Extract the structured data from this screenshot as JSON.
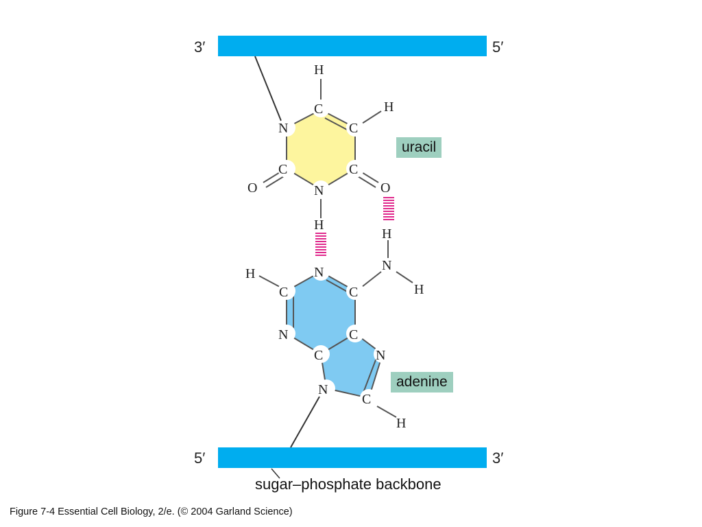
{
  "backbone_top": {
    "left_end": "3′",
    "right_end": "5′"
  },
  "backbone_bottom": {
    "left_end": "5′",
    "right_end": "3′",
    "caption": "sugar–phosphate backbone"
  },
  "uracil": {
    "label": "uracil",
    "fill": "#fdf59e"
  },
  "adenine": {
    "label": "adenine",
    "fill": "#7fcaf2"
  },
  "colors": {
    "backbone": "#00adef",
    "hydrogen_bond": "#e0288c",
    "label_box": "#9ecfbf"
  },
  "atoms": {
    "carbon": "C",
    "nitrogen": "N",
    "oxygen": "O",
    "hydrogen": "H"
  },
  "footer": "Figure 7-4  Essential Cell Biology, 2/e. (© 2004 Garland Science)"
}
